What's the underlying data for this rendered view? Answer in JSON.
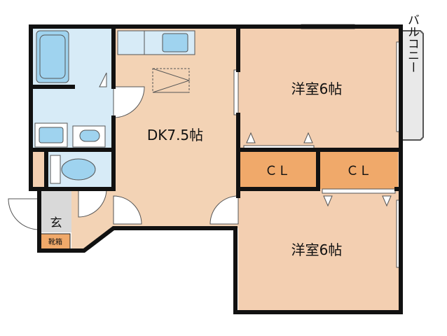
{
  "rooms": {
    "dk": "DK7.5帖",
    "bedroom_upper": "洋室6帖",
    "bedroom_lower": "洋室6帖",
    "closet_left": "ＣＬ",
    "closet_right": "ＣＬ",
    "entrance": "玄",
    "shoe_box": "靴箱",
    "balcony": "バルコニー"
  },
  "colors": {
    "room_floor": "#f3cfb1",
    "dk_floor": "#f3d3b5",
    "closet": "#f0a96a",
    "wet_area": "#d7ebf7",
    "fixture": "#9fd3ef",
    "balcony": "#e9e9e9",
    "entrance_floor": "#d9d9d9",
    "shoe_box": "#f0a96a",
    "wall": "#111111"
  }
}
